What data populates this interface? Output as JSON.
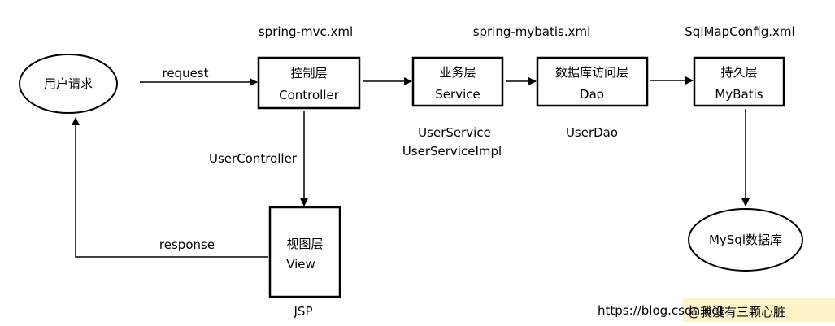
{
  "nodes": {
    "user_request": "用户请求",
    "controller": {
      "line1": "控制层",
      "line2": "Controller"
    },
    "service": {
      "line1": "业务层",
      "line2": "Service"
    },
    "dao": {
      "line1": "数据库访问层",
      "line2": "Dao"
    },
    "persistence": {
      "line1": "持久层",
      "line2": "MyBatis"
    },
    "view": {
      "line1": "视图层",
      "line2": "View"
    },
    "database": "MySql数据库"
  },
  "config_files": {
    "spring_mvc": "spring-mvc.xml",
    "spring_mybatis": "spring-mybatis.xml",
    "sqlmap_config": "SqlMapConfig.xml"
  },
  "edge_labels": {
    "request": "request",
    "response": "response",
    "user_controller": "UserController"
  },
  "class_labels": {
    "user_service": "UserService",
    "user_service_impl": "UserServiceImpl",
    "user_dao": "UserDao",
    "jsp": "JSP"
  },
  "watermark": {
    "url": "https://blog.csdn.net",
    "author": "@我没有三颗心脏"
  }
}
